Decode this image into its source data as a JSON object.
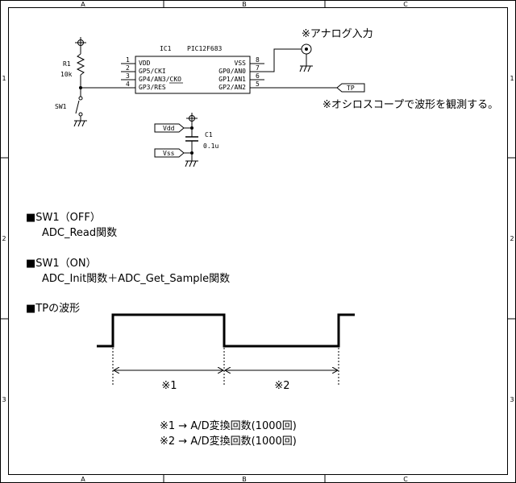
{
  "frame": {
    "columns": [
      "A",
      "B",
      "C"
    ],
    "rows": [
      "1",
      "2",
      "3"
    ]
  },
  "schematic": {
    "ic": {
      "designator": "IC1",
      "part": "PIC12F683",
      "left_pins": [
        {
          "num": "1",
          "name": "VDD"
        },
        {
          "num": "2",
          "name": "GP5/CKI"
        },
        {
          "num": "3",
          "name": "GP4/AN3/CKO"
        },
        {
          "num": "4",
          "name": "GP3/RES"
        }
      ],
      "right_pins": [
        {
          "num": "8",
          "name": "VSS"
        },
        {
          "num": "7",
          "name": "GP0/AN0"
        },
        {
          "num": "6",
          "name": "GP1/AN1"
        },
        {
          "num": "5",
          "name": "GP2/AN2"
        }
      ]
    },
    "resistor": {
      "designator": "R1",
      "value": "10k"
    },
    "switch": {
      "designator": "SW1"
    },
    "capacitor": {
      "designator": "C1",
      "value": "0.1u"
    },
    "ports": {
      "vdd": "Vdd",
      "vss": "Vss",
      "tp": "TP"
    },
    "notes": {
      "analog_input": "※アナログ入力",
      "oscilloscope": "※オシロスコープで波形を観測する。"
    }
  },
  "sections": [
    {
      "heading": "■SW1（OFF）",
      "body": "ADC_Read関数"
    },
    {
      "heading": "■SW1（ON）",
      "body": "ADC_Init関数＋ADC_Get_Sample関数"
    },
    {
      "heading": "■TPの波形",
      "body": ""
    }
  ],
  "waveform": {
    "intervals": [
      "※1",
      "※2"
    ]
  },
  "legend": [
    "※1 → A/D変換回数(1000回)",
    "※2 → A/D変換回数(1000回)"
  ]
}
